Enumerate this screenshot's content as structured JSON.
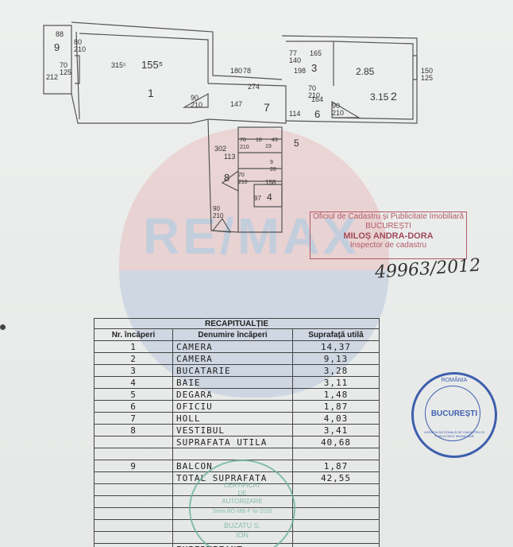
{
  "plan": {
    "dims": {
      "d88": "88",
      "d80_210": "80\n210",
      "d9": "9",
      "d70_125": "70\n125",
      "d212": "212",
      "d315_left": "315⁵",
      "d155": "155⁵",
      "d1": "1",
      "d180": "180",
      "d78": "78",
      "d274": "274",
      "d147": "147",
      "d90_210_a": "90\n210",
      "d7": "7",
      "d77_140": "77\n140",
      "d165": "165",
      "d198": "198",
      "d3": "3",
      "d70_210_b": "70\n210",
      "d164": "164",
      "d285": "2.85",
      "d315_right": "3.15",
      "d2": "2",
      "d150_125": "150\n125",
      "d114": "114",
      "d6": "6",
      "d90_210_c": "90\n210",
      "d302": "302",
      "d113": "113",
      "d5": "5",
      "d70_210_c": "70\n210",
      "d18": "18",
      "d43": "43",
      "d19": "19",
      "d9_28": "9\n28",
      "d8": "8",
      "d70_210_d": "70\n210",
      "d158": "158",
      "d97": "97",
      "d4": "4",
      "d90_210_e": "90\n210"
    }
  },
  "stamp_cadastru": {
    "line1": "Oficiul de Cadastru și Publicitate Imobiliară",
    "line2": "BUCUREȘTI",
    "line3": "MILOȘ ANDRA-DORA",
    "line4": "Inspector de cadastru"
  },
  "handwritten_number": "49963/2012",
  "table": {
    "title": "RECAPITUALȚIE",
    "headers": [
      "Nr. încăperi",
      "Denumire încăperi",
      "Suprafață utilă"
    ],
    "rows": [
      {
        "nr": "1",
        "name": "CAMERA",
        "area": "14,37"
      },
      {
        "nr": "2",
        "name": "CAMERA",
        "area": "9,13"
      },
      {
        "nr": "3",
        "name": "BUCATARIE",
        "area": "3,28"
      },
      {
        "nr": "4",
        "name": "BAIE",
        "area": "3,11"
      },
      {
        "nr": "5",
        "name": "DEGARA",
        "area": "1,48"
      },
      {
        "nr": "6",
        "name": "OFICIU",
        "area": "1,87"
      },
      {
        "nr": "7",
        "name": "HOLL",
        "area": "4,03"
      },
      {
        "nr": "8",
        "name": "VESTIBUL",
        "area": "3,41"
      },
      {
        "nr": "",
        "name": "SUPRAFATA UTILA",
        "area": "40,68"
      },
      {
        "nr": "",
        "name": "",
        "area": ""
      },
      {
        "nr": "9",
        "name": "BALCON",
        "area": "1,87"
      },
      {
        "nr": "",
        "name": "TOTAL SUPRAFATA",
        "area": "42,55"
      },
      {
        "nr": "",
        "name": "",
        "area": ""
      },
      {
        "nr": "",
        "name": "",
        "area": ""
      },
      {
        "nr": "",
        "name": "",
        "area": ""
      },
      {
        "nr": "",
        "name": "",
        "area": ""
      },
      {
        "nr": "",
        "name": "",
        "area": ""
      },
      {
        "nr": "",
        "name": "EXPERTIZANT",
        "area": ""
      }
    ]
  },
  "stamp_round_blue": {
    "top": "ROMÂNIA",
    "city": "BUCUREȘTI",
    "ring": "AGENȚIA NAȚIONALĂ DE CADASTRU ȘI PUBLICITATE IMOBILIARĂ"
  },
  "stamp_round_green": {
    "line1": "CERTIFICAT",
    "line2": "DE",
    "line3": "AUTORIZARE",
    "line4": "Seria RO-MB-F Nr 0150",
    "line5": "BUZATU S.",
    "line6": "ION"
  },
  "watermark": "RE/MAX",
  "colors": {
    "stamp_red": "#b45a66",
    "stamp_blue": "#3e5fae",
    "stamp_green": "#6bb3a0"
  }
}
